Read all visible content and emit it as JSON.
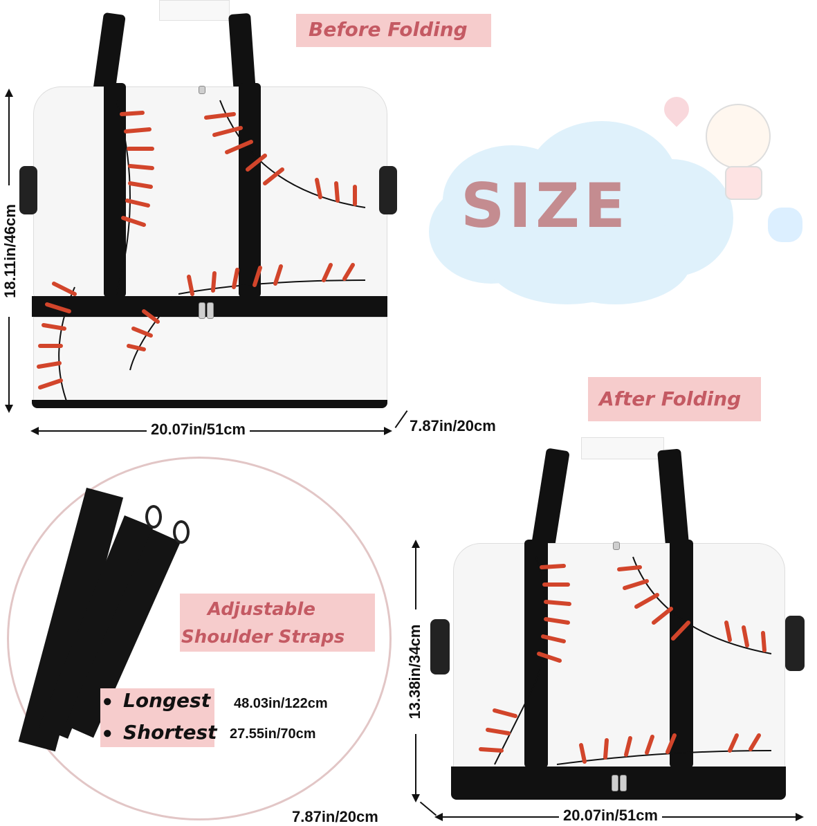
{
  "labels": {
    "before_folding": "Before Folding",
    "after_folding": "After Folding",
    "size_title": "SIZE",
    "adjustable_line1": "Adjustable",
    "adjustable_line2": "Shoulder Straps"
  },
  "before": {
    "height": "18.11in/46cm",
    "width": "20.07in/51cm",
    "depth": "7.87in/20cm"
  },
  "after": {
    "height": "13.38in/34cm",
    "width": "20.07in/51cm",
    "depth": "7.87in/20cm"
  },
  "strap": {
    "longest_label": "Longest",
    "longest_value": "48.03in/122cm",
    "shortest_label": "Shortest",
    "shortest_value": "27.55in/70cm",
    "bullet": "●"
  },
  "colors": {
    "label_pink_bg": "#f6cccc",
    "label_text": "#c45a63",
    "size_text": "#c48c90",
    "cloud": "#dff1fb",
    "stitch_red": "#d2452b",
    "bag_black": "#111111"
  }
}
